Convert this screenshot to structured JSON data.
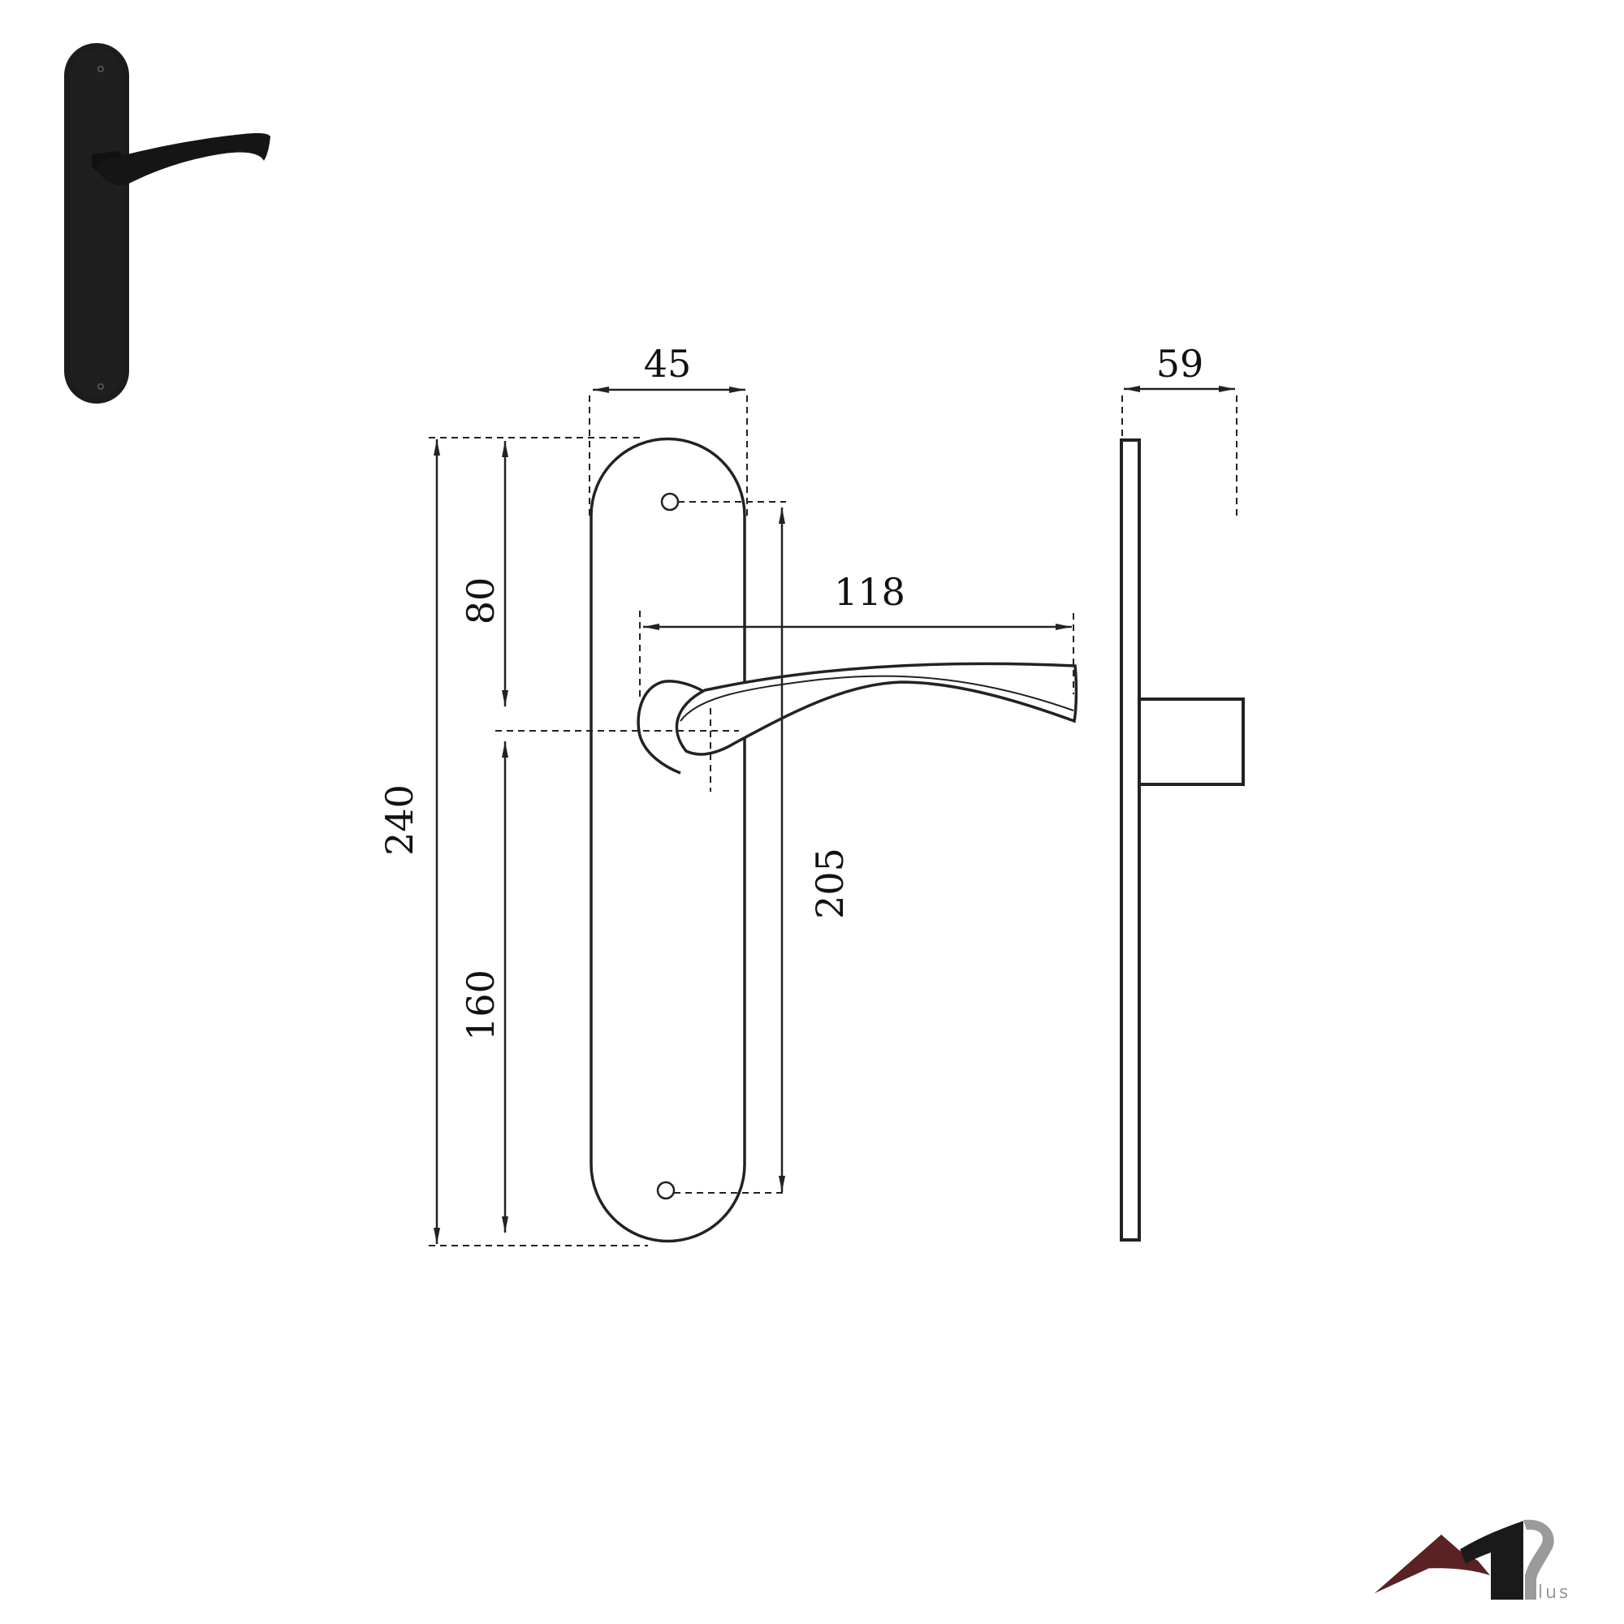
{
  "product_photo": {
    "alt": "Black door handle on long backplate",
    "color": "#1c1c1c"
  },
  "drawing": {
    "front_view": {
      "dimensions": {
        "plate_width": "45",
        "overall_height": "240",
        "top_to_handle": "80",
        "handle_to_bottom": "160",
        "hole_spacing": "205",
        "lever_length": "118"
      }
    },
    "side_view": {
      "dimensions": {
        "projection": "59"
      }
    },
    "line_color": "#222222"
  },
  "logo": {
    "suffix_text": "lus",
    "colors": {
      "maroon": "#5a2222",
      "black": "#1a1a1a",
      "gray": "#9a9a9a"
    }
  }
}
